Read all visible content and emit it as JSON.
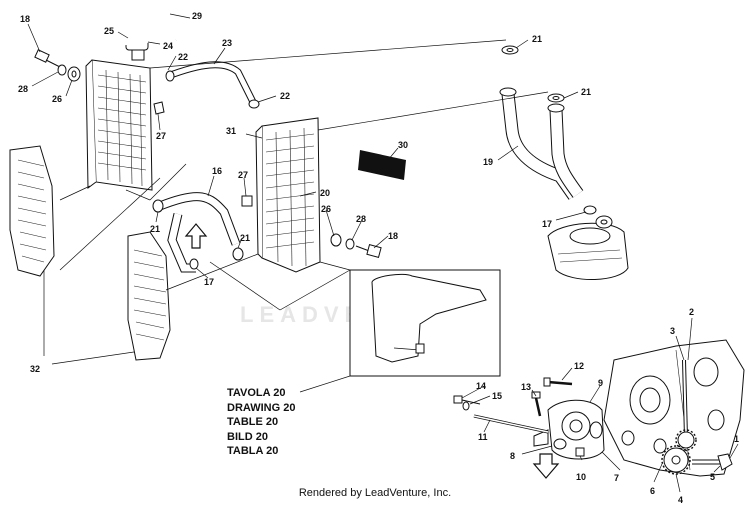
{
  "callouts": {
    "c1": "1",
    "c2": "2",
    "c3": "3",
    "c4": "4",
    "c5": "5",
    "c6": "6",
    "c7": "7",
    "c8": "8",
    "c9": "9",
    "c10": "10",
    "c11": "11",
    "c12": "12",
    "c13": "13",
    "c14": "14",
    "c15": "15",
    "c16": "16",
    "c17a": "17",
    "c17b": "17",
    "c18a": "18",
    "c18b": "18",
    "c19": "19",
    "c20": "20",
    "c21a": "21",
    "c21b": "21",
    "c21c": "21",
    "c21d": "21",
    "c22a": "22",
    "c22b": "22",
    "c23": "23",
    "c24": "24",
    "c25": "25",
    "c26a": "26",
    "c26b": "26",
    "c27a": "27",
    "c27b": "27",
    "c28a": "28",
    "c28b": "28",
    "c29": "29",
    "c30": "30",
    "c31": "31",
    "c32": "32"
  },
  "table_title": [
    "TAVOLA 20",
    "DRAWING 20",
    "TABLE 20",
    "BILD 20",
    "TABLA 20"
  ],
  "watermark": "LEADVENTURE",
  "footer": "Rendered by LeadVenture, Inc."
}
